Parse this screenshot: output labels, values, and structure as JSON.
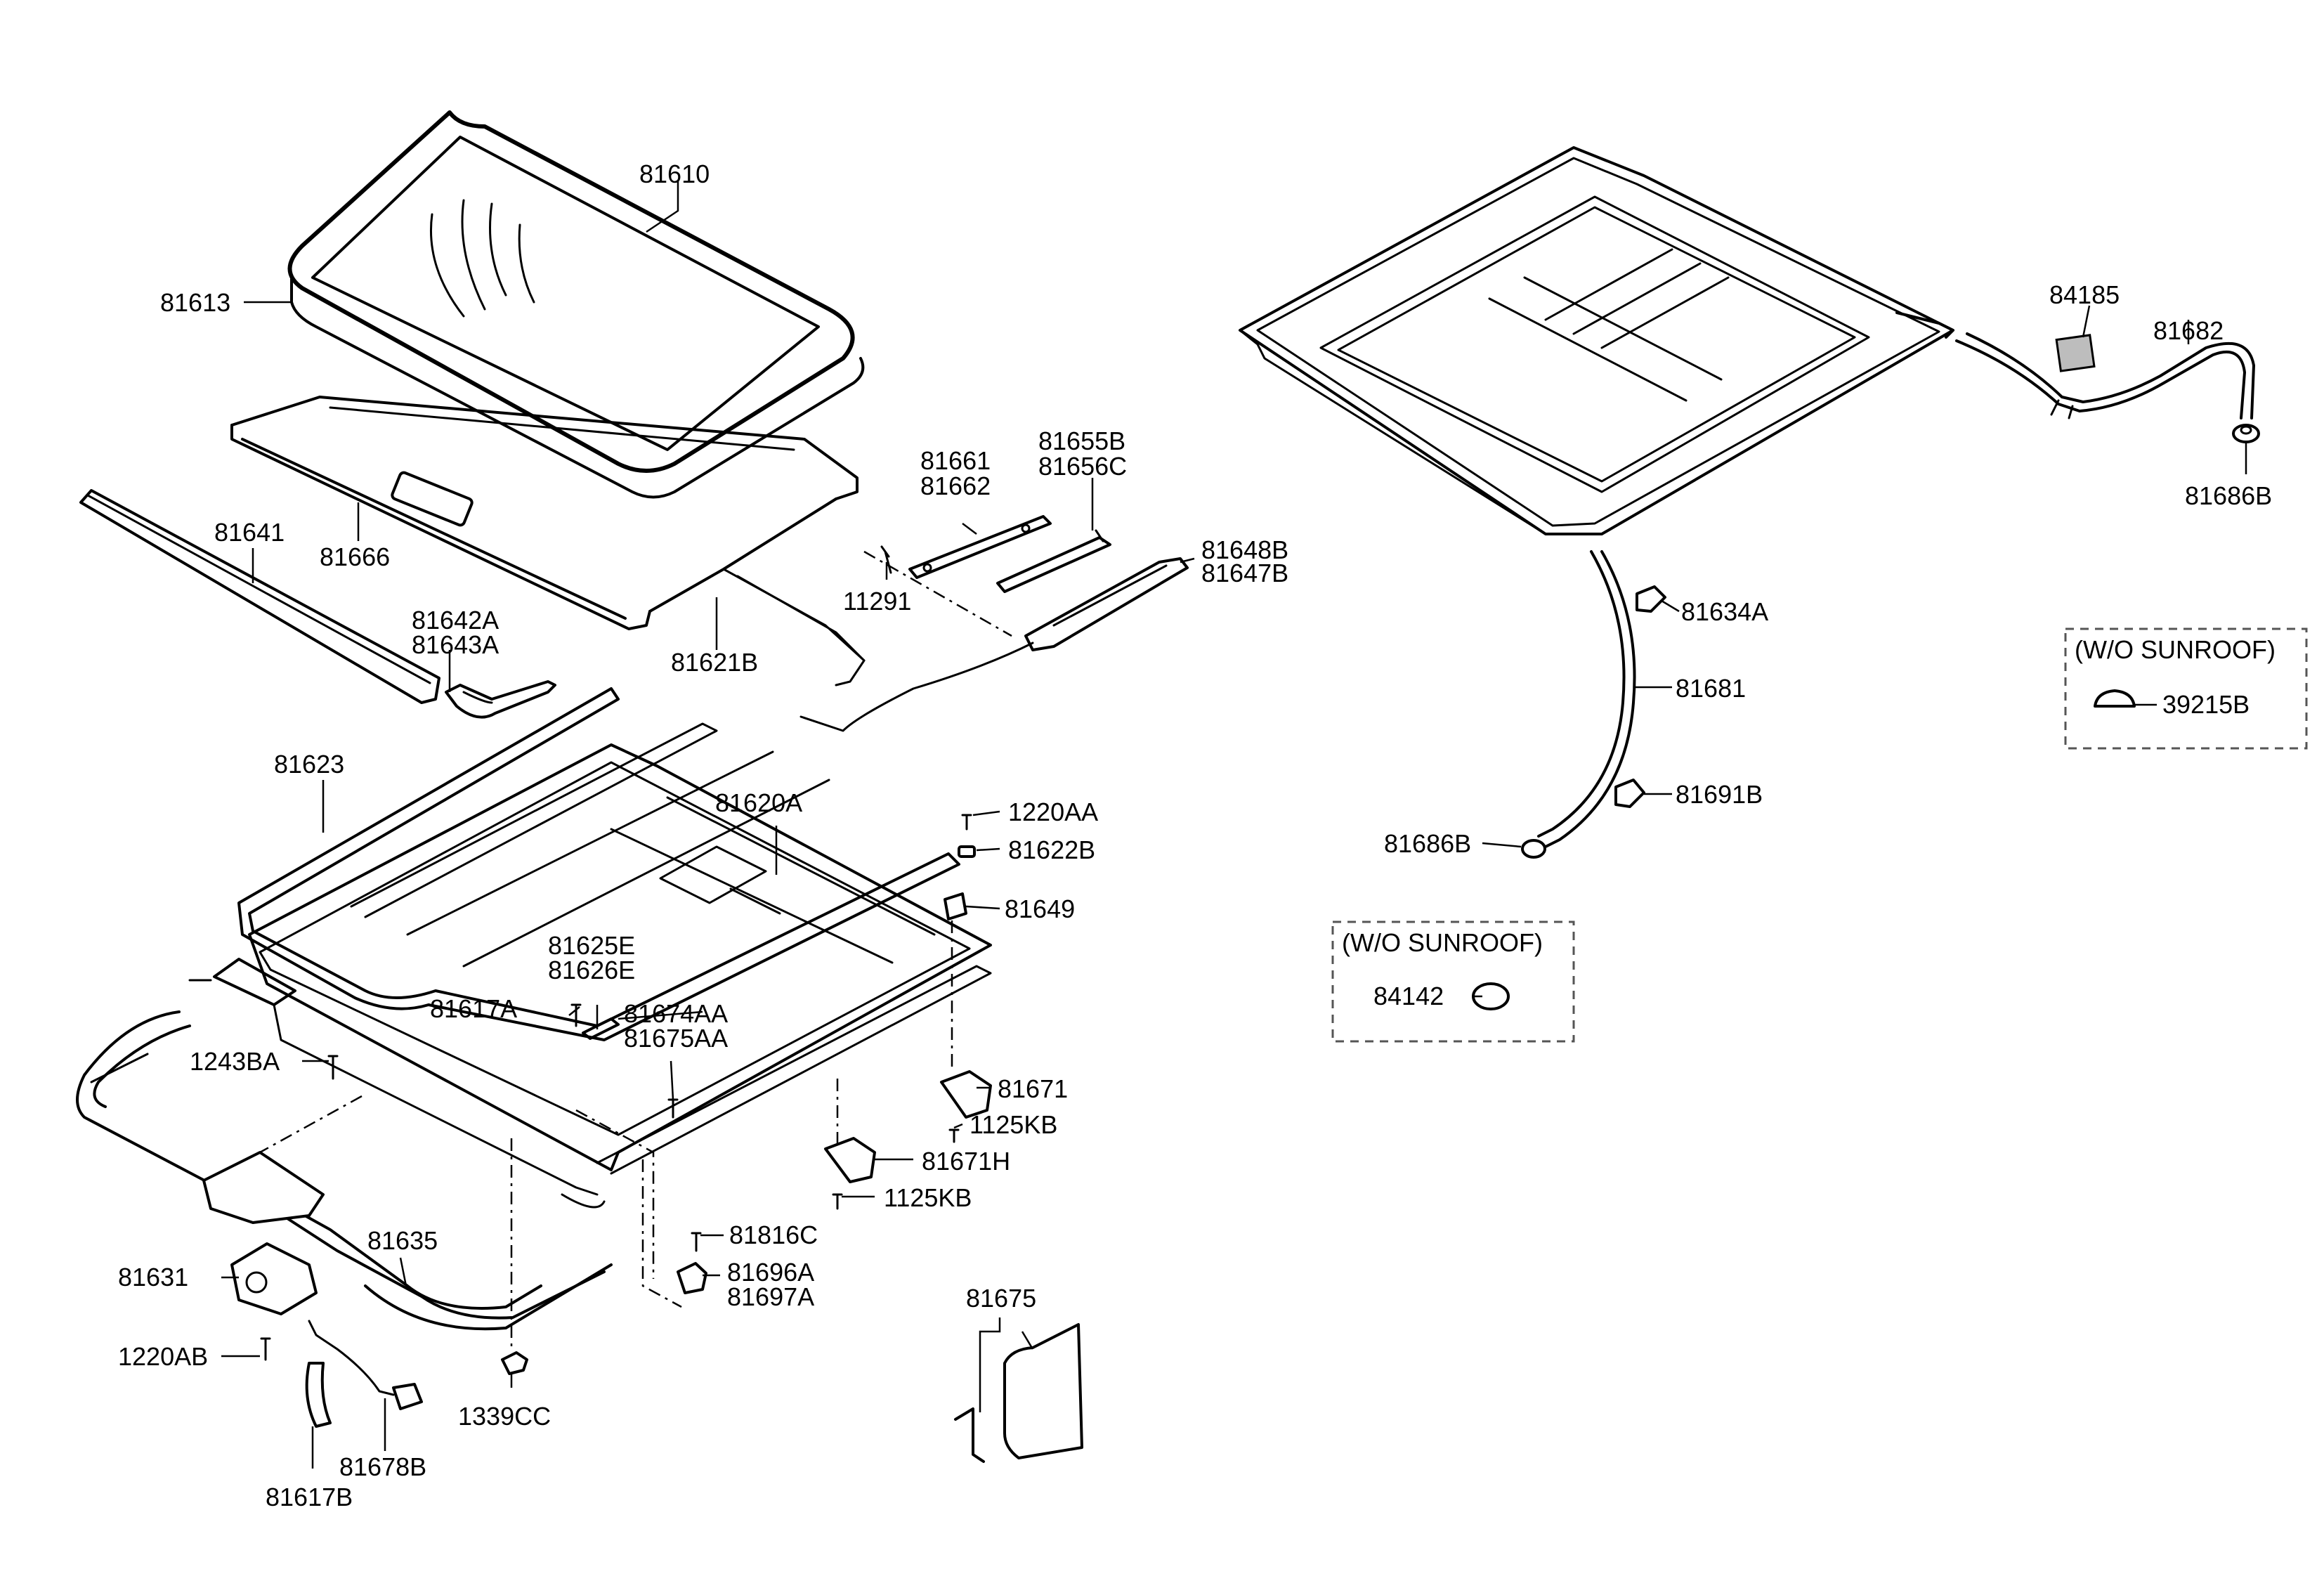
{
  "labels": {
    "l81610": "81610",
    "l81613": "81613",
    "l81641": "81641",
    "l81666": "81666",
    "l81642A": "81642A",
    "l81643A": "81643A",
    "l81621B": "81621B",
    "l81661": "81661",
    "l81662": "81662",
    "l11291": "11291",
    "l81655B": "81655B",
    "l81656C": "81656C",
    "l81648B": "81648B",
    "l81647B": "81647B",
    "l81623": "81623",
    "l81620A": "81620A",
    "l1220AA": "1220AA",
    "l81622B": "81622B",
    "l81649": "81649",
    "l81625E": "81625E",
    "l81626E": "81626E",
    "l81617A": "81617A",
    "l81674AA": "81674AA",
    "l81675AA": "81675AA",
    "l1243BA": "1243BA",
    "l81671": "81671",
    "l1125KB_a": "1125KB",
    "l81671H": "81671H",
    "l1125KB_b": "1125KB",
    "l81816C": "81816C",
    "l81696A": "81696A",
    "l81697A": "81697A",
    "l81635": "81635",
    "l81631": "81631",
    "l1220AB": "1220AB",
    "l1339CC": "1339CC",
    "l81678B": "81678B",
    "l81617B": "81617B",
    "l81675": "81675",
    "l84185": "84185",
    "l81682": "81682",
    "l81686B_a": "81686B",
    "l81634A": "81634A",
    "l81681": "81681",
    "l81691B": "81691B",
    "l81686B_b": "81686B",
    "l39215B": "39215B",
    "l84142": "84142"
  },
  "boxes": {
    "wo_sunroof_right": "(W/O SUNROOF)",
    "wo_sunroof_center": "(W/O SUNROOF)"
  }
}
